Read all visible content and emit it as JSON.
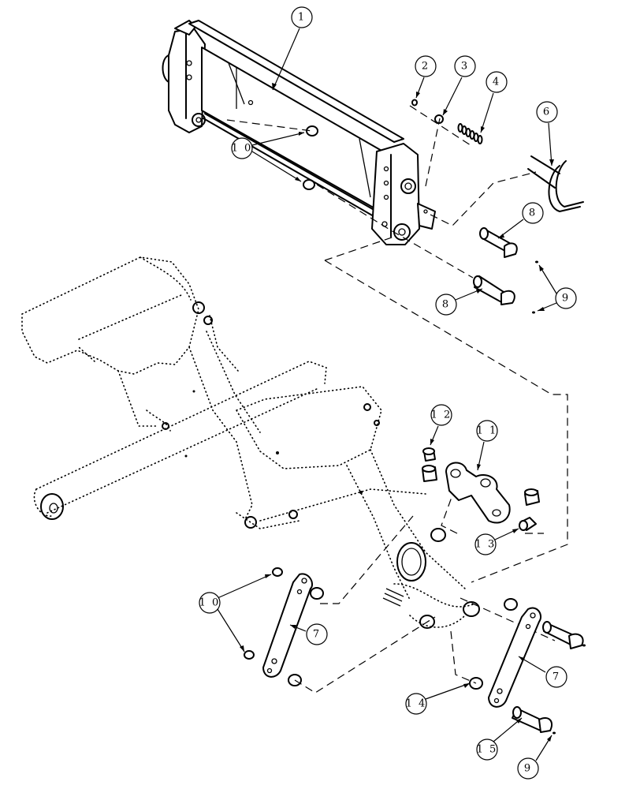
{
  "callouts": [
    {
      "id": "c1",
      "label": "1"
    },
    {
      "id": "c2",
      "label": "2"
    },
    {
      "id": "c3",
      "label": "3"
    },
    {
      "id": "c4",
      "label": "4"
    },
    {
      "id": "c6",
      "label": "6"
    },
    {
      "id": "c8a",
      "label": "8"
    },
    {
      "id": "c8b",
      "label": "8"
    },
    {
      "id": "c9a",
      "label": "9"
    },
    {
      "id": "c10a",
      "label": "1 0"
    },
    {
      "id": "c12",
      "label": "1 2"
    },
    {
      "id": "c11",
      "label": "1 1"
    },
    {
      "id": "c13",
      "label": "1 3"
    },
    {
      "id": "c10b",
      "label": "1 0"
    },
    {
      "id": "c7a",
      "label": "7"
    },
    {
      "id": "c7b",
      "label": "7"
    },
    {
      "id": "c14",
      "label": "1 4"
    },
    {
      "id": "c15",
      "label": "1 5"
    },
    {
      "id": "c9b",
      "label": "9"
    }
  ]
}
